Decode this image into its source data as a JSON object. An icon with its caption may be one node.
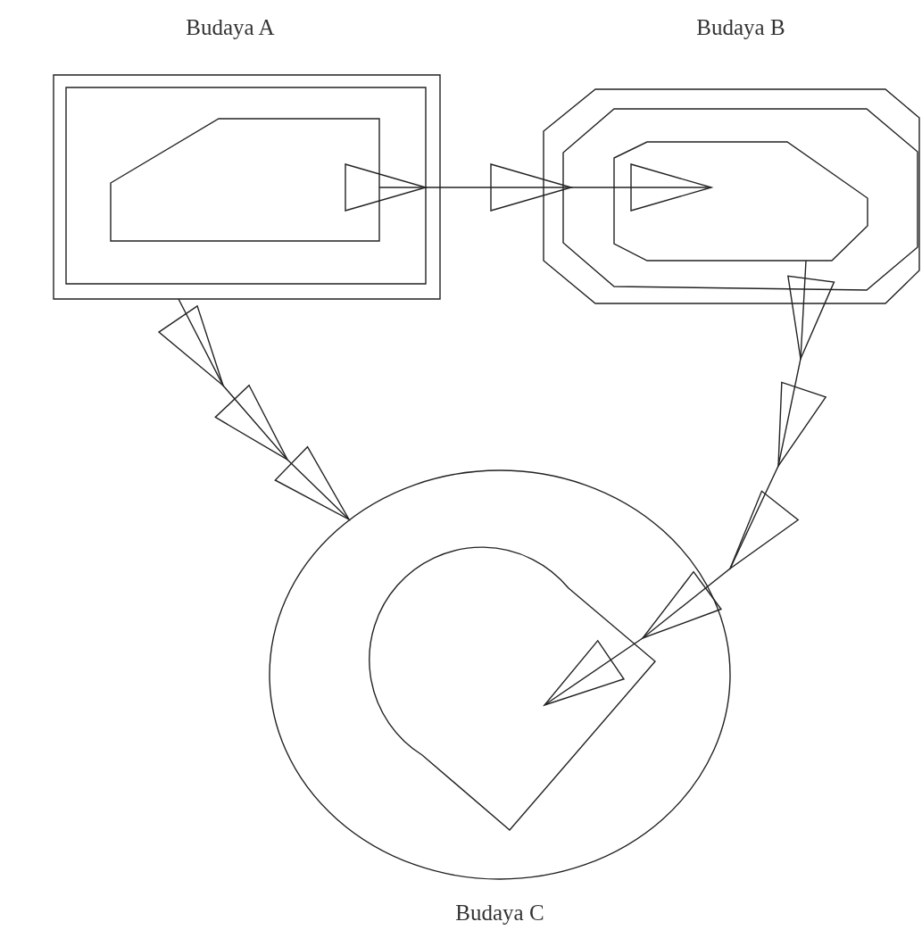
{
  "diagram": {
    "nodes": [
      {
        "text": [
          "Budaya A"
        ]
      },
      {
        "text": [],
        "shape": "box",
        "in": 0
      },
      {
        "text": [
          "Budaya B"
        ]
      },
      {
        "text": [],
        "shape": "octagon",
        "in": 2
      },
      {
        "text": [
          "Budaya C"
        ]
      },
      {
        "text": [],
        "shape": "teardrop",
        "in": 4
      }
    ],
    "edges": [
      {
        "from": 1,
        "to": 3,
        "arrow": "to"
      },
      {
        "from": 3,
        "to": 5,
        "arrow": "to"
      },
      {
        "from": 0,
        "to": 4,
        "arrow": "to"
      }
    ]
  }
}
